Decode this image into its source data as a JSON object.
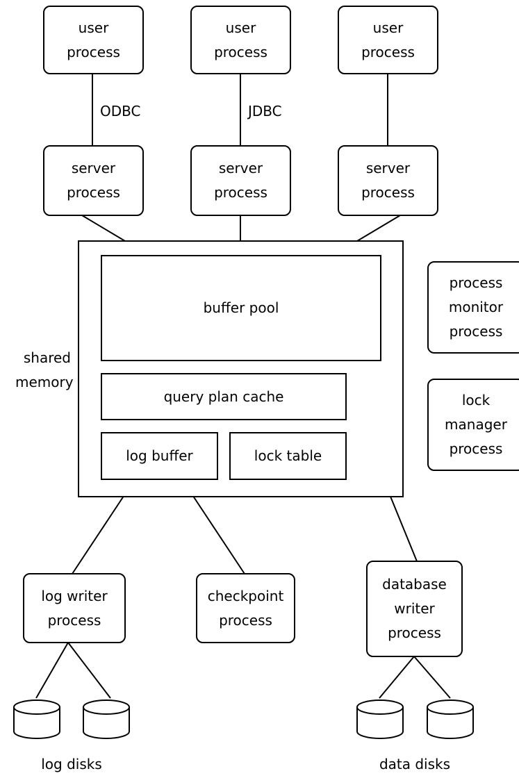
{
  "user_processes": [
    {
      "label": "user\nprocess"
    },
    {
      "label": "user\nprocess"
    },
    {
      "label": "user\nprocess"
    }
  ],
  "connections": [
    {
      "label": "ODBC"
    },
    {
      "label": "JDBC"
    }
  ],
  "server_processes": [
    {
      "label": "server\nprocess"
    },
    {
      "label": "server\nprocess"
    },
    {
      "label": "server\nprocess"
    }
  ],
  "shared_memory": {
    "label": "shared\nmemory",
    "buffer_pool": "buffer pool",
    "query_plan_cache": "query plan cache",
    "log_buffer": "log buffer",
    "lock_table": "lock table"
  },
  "side_processes": {
    "process_monitor": "process\nmonitor\nprocess",
    "lock_manager": "lock\nmanager\nprocess"
  },
  "writers": {
    "log_writer": "log writer\nprocess",
    "checkpoint": "checkpoint\nprocess",
    "database_writer": "database\nwriter\nprocess"
  },
  "disks": {
    "log_disks_label": "log disks",
    "data_disks_label": "data disks"
  }
}
